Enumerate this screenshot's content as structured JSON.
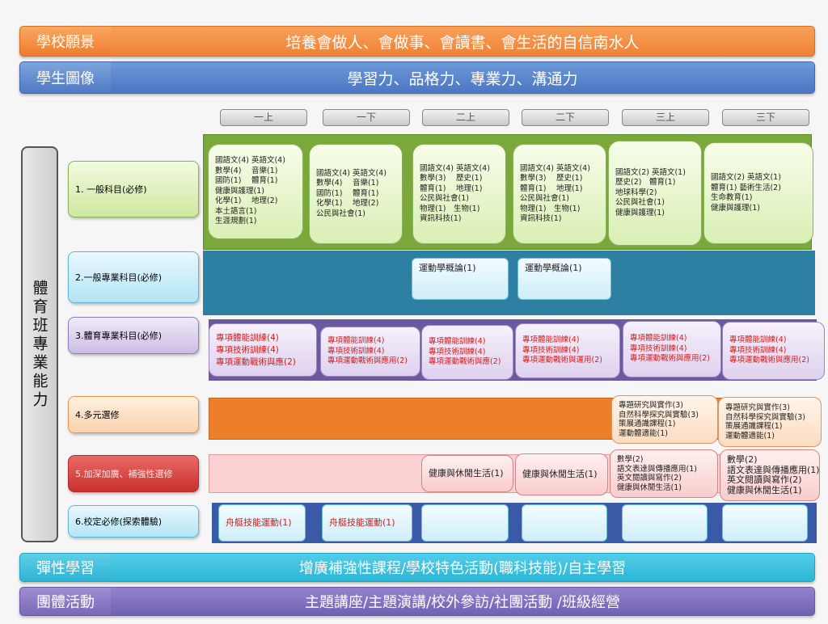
{
  "vision": {
    "label": "學校願景",
    "value": "培養會做人、會做事、會讀書、會生活的自信南水人"
  },
  "portrait": {
    "label": "學生圖像",
    "value": "學習力、品格力、專業力、溝通力"
  },
  "semesters": [
    "一上",
    "一下",
    "二上",
    "二下",
    "三上",
    "三下"
  ],
  "pillar": "體育班專業能力",
  "categories": [
    "1. 一般科目(必修)",
    "2.一般專業科目(必修)",
    "3.體育專業科目(必修)",
    "4.多元選修",
    "5.加深加廣、補強性選修",
    "6.校定必修(探索體驗)"
  ],
  "general": [
    [
      "國語文(4) 英語文(4)",
      "數學(4)　 音樂(1)",
      "國防(1)　 體育(1)",
      "健康與護理(1)",
      "化學(1)　 地理(2)",
      "本土語言(1)",
      "生涯規劃(1)"
    ],
    [
      "國語文(4) 英語文(4)",
      "數學(4)　 音樂(1)",
      "國防(1)　 體育(1)",
      "化學(1)　 地理(2)",
      "公民與社會(1)"
    ],
    [
      "國語文(4) 英語文(4)",
      "數學(3)　 歷史(1)",
      "體育(1)　 地理(1)",
      "公民與社會(1)",
      "物理(1)　生物(1)",
      "資訊科技(1)"
    ],
    [
      "國語文(4) 英語文(4)",
      "數學(3)　 歷史(1)",
      "體育(1)　 地理(1)",
      "公民與社會(1)",
      "物理(1)　生物(1)",
      "資訊科技(1)"
    ],
    [
      "國語文(2) 英語文(1)",
      "歷史(2)　體育(1)",
      "地球科學(2)",
      "公民與社會(1)",
      "健康與護理(1)"
    ],
    [
      "國語文(2) 英語文(1)",
      "體育(1)  藝術生活(2)",
      "生命教育(1)",
      "健康與護理(1)"
    ]
  ],
  "general_professional": [
    "運動學概論(1)",
    "運動學概論(1)"
  ],
  "sports_professional": [
    [
      "專項體能訓練(4)",
      "專項技術訓練(4)",
      "專項運動戰術與應(2)"
    ],
    [
      "專項體能訓練(4)",
      "專項技術訓練(4)",
      "專項運動戰術與應用(2)"
    ],
    [
      "專項體能訓練(4)",
      "專項技術訓練(4)",
      "專項運動戰術與應(2)"
    ],
    [
      "專項體能訓練(4)",
      "專項技術訓練(4)",
      "專項運動戰術與運用(2)"
    ],
    [
      "專項體能訓練(4)",
      "專項技術訓練(4)",
      "專項運動戰術與應用(2)"
    ],
    [
      "專項體能訓練(4)",
      "專項技術訓練(4)",
      "專項運動戰術與應用(2)"
    ]
  ],
  "electives": [
    [
      "專題研究與實作(3)",
      "自然科學探究與實驗(3)",
      "策展通識課程(1)",
      "運動體適能(1)"
    ],
    [
      "專題研究與實作(3)",
      "自然科學探究與實驗(3)",
      "策展通識課程(1)",
      "運動體適能(1)"
    ]
  ],
  "advanced": {
    "s3": "健康與休閒生活(1)",
    "s4": "健康與休閒生活(1)",
    "s5": [
      "數學(2)",
      "語文表達與傳播應用(1)",
      "英文閱讀與寫作(2)",
      "健康與休閒生活(1)"
    ],
    "s6": [
      "數學(2)",
      "語文表達與傳播應用(1)",
      "英文閱讀與寫作(2)",
      "健康與休閒生活(1)"
    ]
  },
  "school_required": [
    "舟艇技能運動(1)",
    "舟艇技能運動(1)"
  ],
  "flexible": {
    "label": "彈性學習",
    "value": "增廣補強性課程/學校特色活動(職科技能)/自主學習"
  },
  "group": {
    "label": "團體活動",
    "value": "主題講座/主題演講/校外參訪/社團活動 /班級經營"
  },
  "colors": {
    "green_row": "#7aa83a",
    "blue_row": "#2e80a3",
    "purple_row": "#6b5a9e",
    "orange_row": "#ee7f2a",
    "pink_row": "#f8c6c6",
    "navy_row": "#3a5aa8"
  }
}
